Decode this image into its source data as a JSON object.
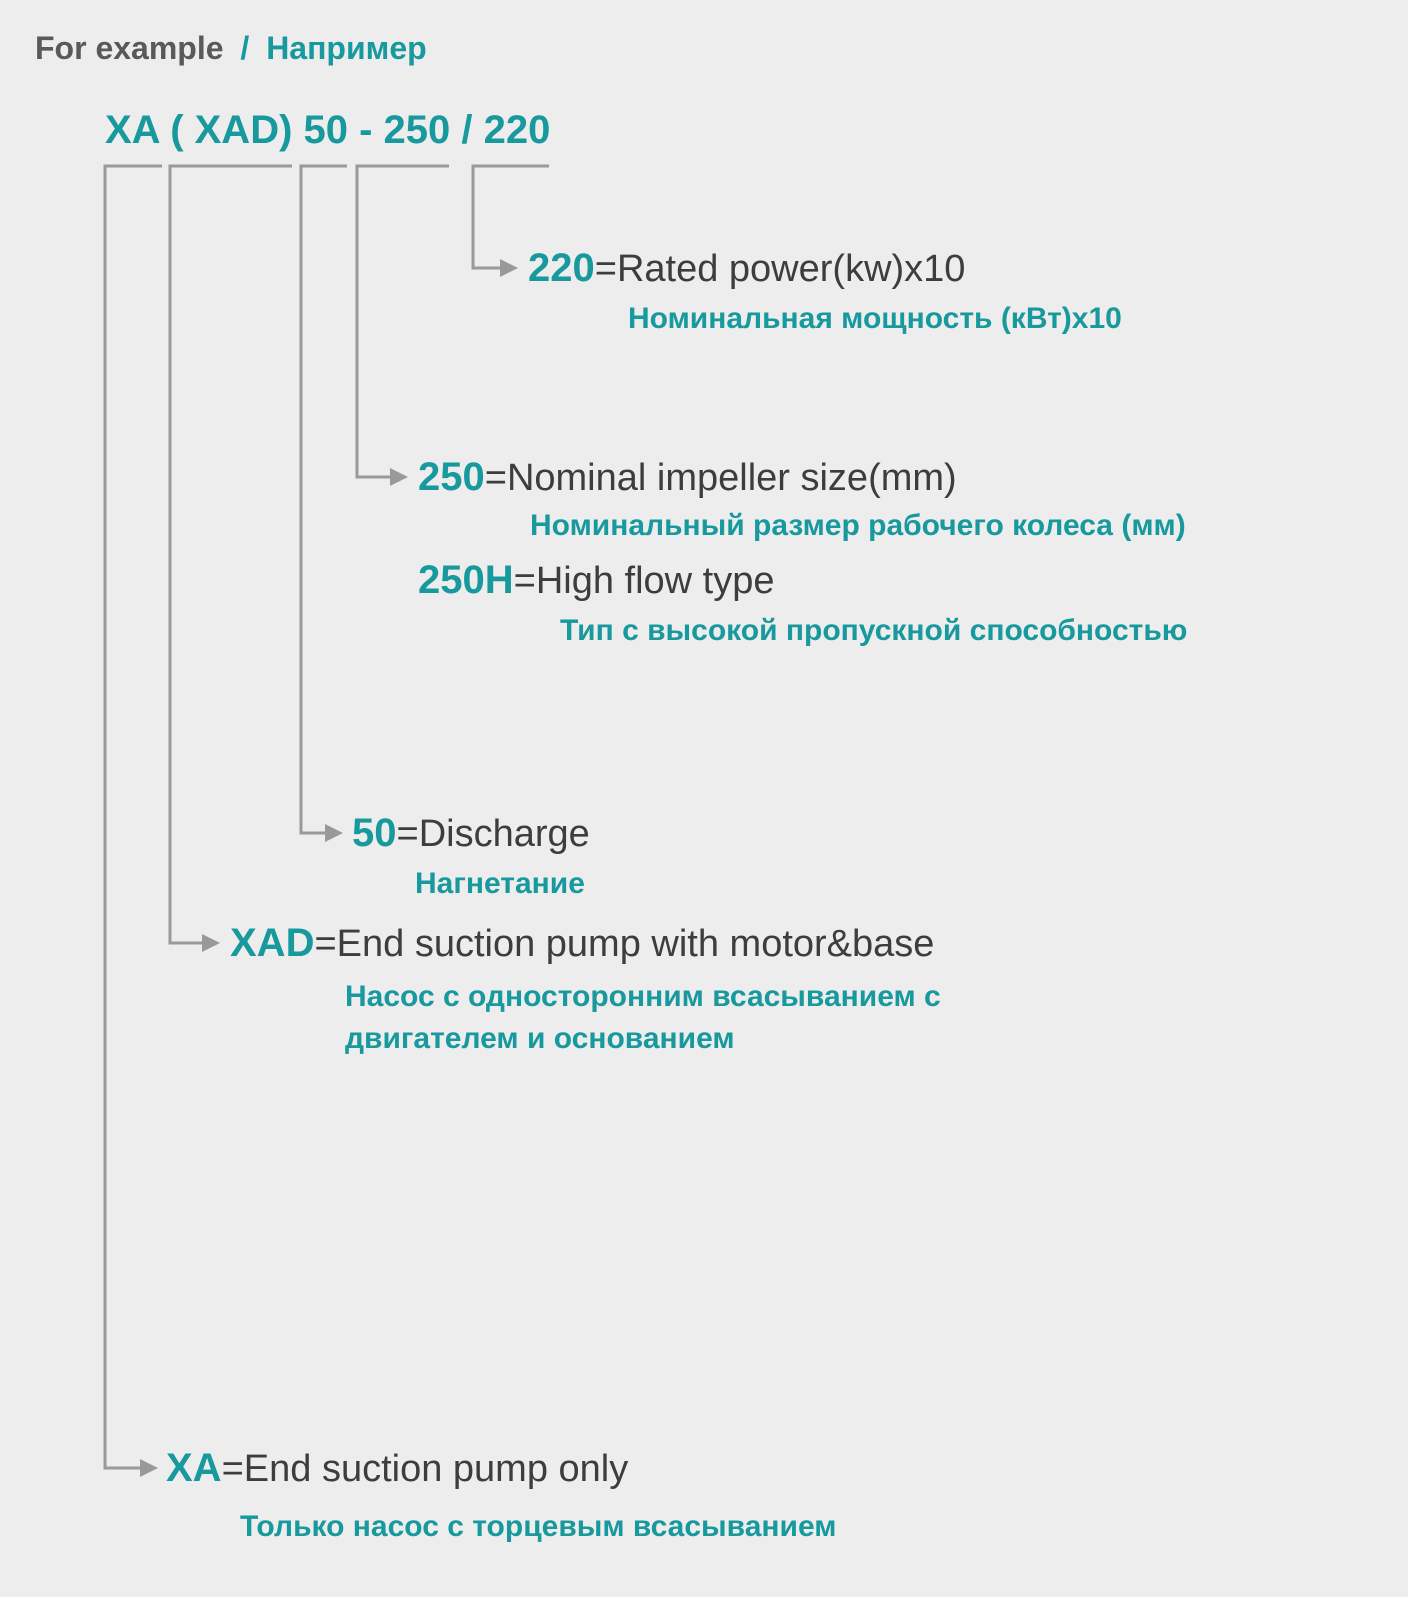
{
  "colors": {
    "background": "#ededed",
    "accent": "#17999d",
    "text": "#3d3d3d",
    "line": "#999999"
  },
  "header": {
    "title_en": "For example",
    "separator": "/",
    "title_ru": "Например"
  },
  "model_code": {
    "text": "XA ( XAD) 50 - 250 / 220"
  },
  "symbols": {
    "equals": "="
  },
  "entries": [
    {
      "code": "220",
      "label_en": "Rated power(kw)x10",
      "label_ru": "Номинальная мощность (кВт)х10"
    },
    {
      "code": "250",
      "label_en": "Nominal impeller size(mm)",
      "label_ru": "Номинальный размер рабочего колеса (мм)"
    },
    {
      "code": "250H",
      "label_en": "High flow type",
      "label_ru": "Тип с высокой пропускной способностью"
    },
    {
      "code": "50",
      "label_en": "Discharge",
      "label_ru": "Нагнетание"
    },
    {
      "code": "XAD",
      "label_en": "End suction pump with motor&base",
      "label_ru": "Насос с односторонним всасыванием с двигателем и основанием"
    },
    {
      "code": "XA",
      "label_en": "End suction pump only",
      "label_ru": "Только насос с торцевым всасыванием"
    }
  ]
}
